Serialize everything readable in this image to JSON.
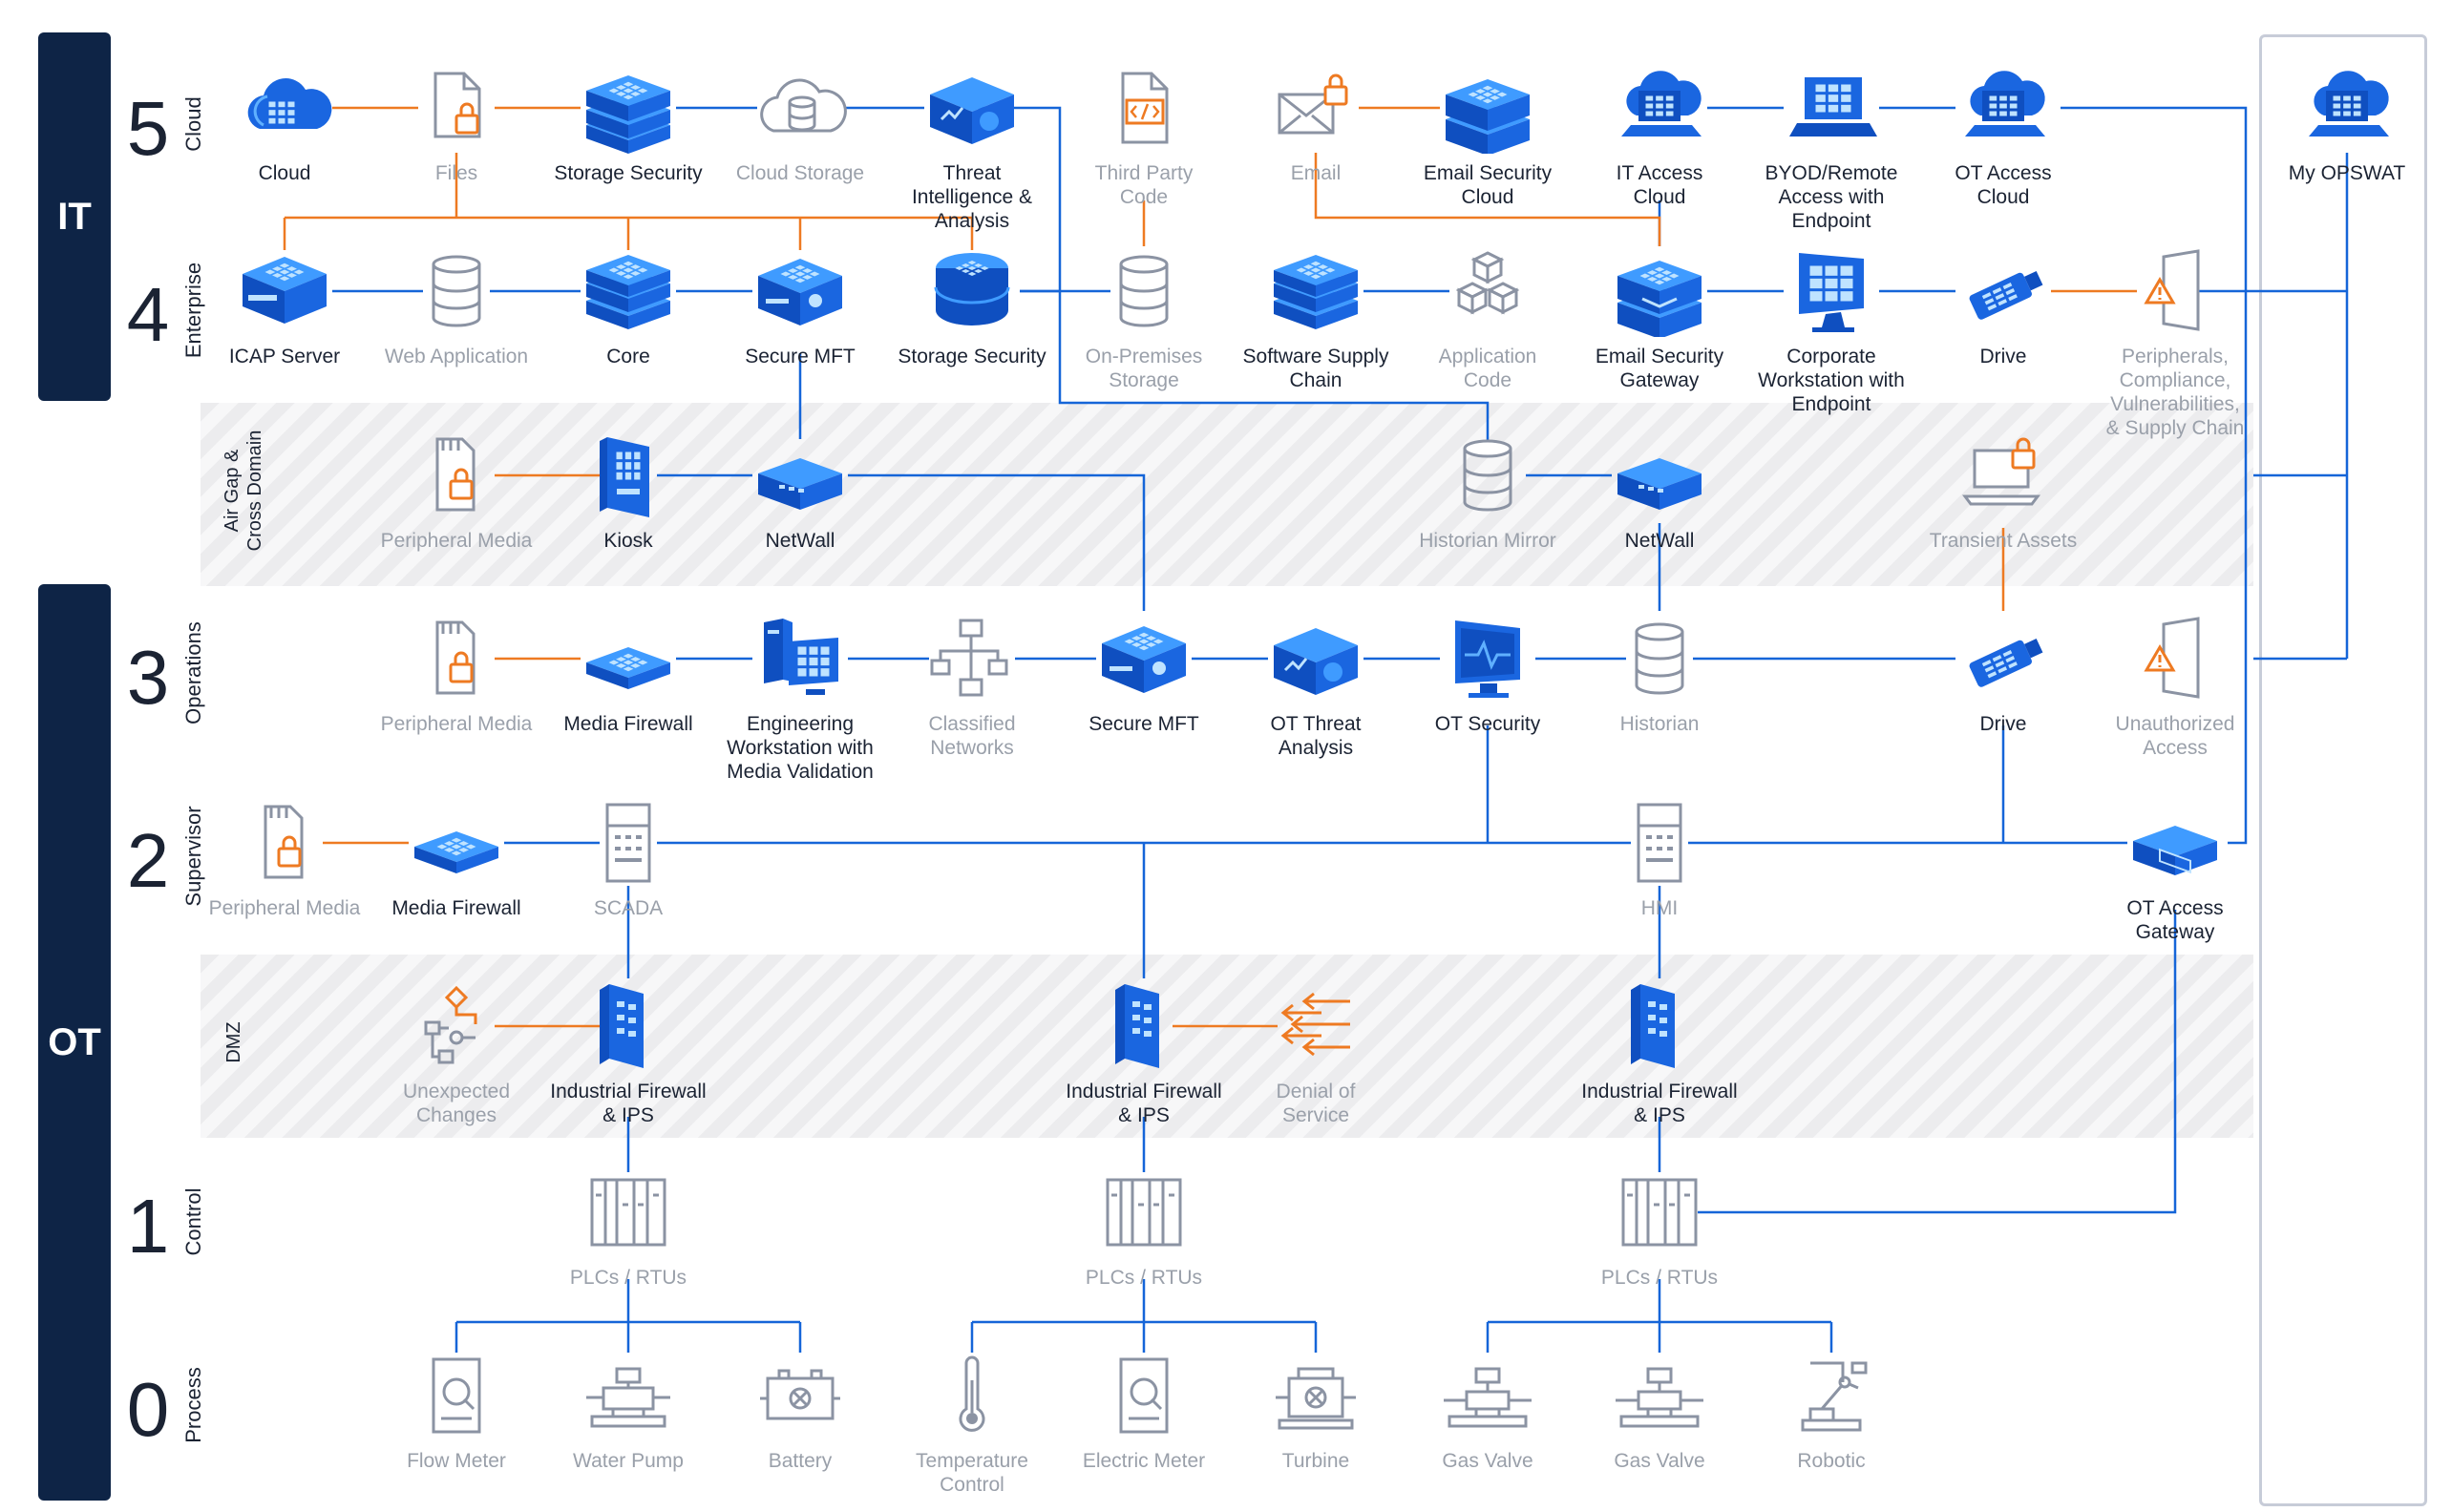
{
  "sections": {
    "it": "IT",
    "ot": "OT"
  },
  "levels": [
    {
      "num": "5",
      "name": "Cloud"
    },
    {
      "num": "4",
      "name": "Enterprise"
    },
    {
      "num": "3",
      "name": "Operations"
    },
    {
      "num": "2",
      "name": "Supervisor"
    },
    {
      "num": "1",
      "name": "Control"
    },
    {
      "num": "0",
      "name": "Process"
    }
  ],
  "zones": {
    "airgap": "Air Gap &\nCross Domain",
    "dmz": "DMZ"
  },
  "colors": {
    "brand_blue": "#1565d8",
    "threat_orange": "#ee7a22",
    "muted_gray": "#9aa0aa",
    "navy": "#0e2446"
  },
  "nodes": [
    {
      "id": "cloud",
      "label": "Cloud",
      "icon": "cloud-icon",
      "muted": false
    },
    {
      "id": "files",
      "label": "Files",
      "icon": "file-lock-icon",
      "muted": true
    },
    {
      "id": "storsec5",
      "label": "Storage Security",
      "icon": "storage-stack-icon",
      "muted": false
    },
    {
      "id": "cloudstor",
      "label": "Cloud Storage",
      "icon": "cloud-database-icon",
      "muted": true
    },
    {
      "id": "threatintel",
      "label": "Threat\nIntelligence &\nAnalysis",
      "icon": "threat-analysis-icon",
      "muted": false
    },
    {
      "id": "thirdparty",
      "label": "Third Party\nCode",
      "icon": "code-file-icon",
      "muted": true
    },
    {
      "id": "email",
      "label": "Email",
      "icon": "mail-lock-icon",
      "muted": true
    },
    {
      "id": "emailsecc",
      "label": "Email Security\nCloud",
      "icon": "mail-cloud-icon",
      "muted": false
    },
    {
      "id": "itaccess",
      "label": "IT Access\nCloud",
      "icon": "laptop-cloud-icon",
      "muted": false
    },
    {
      "id": "byod",
      "label": "BYOD/Remote\nAccess with\nEndpoint",
      "icon": "laptop-icon",
      "muted": false
    },
    {
      "id": "otaccess",
      "label": "OT Access\nCloud",
      "icon": "laptop-cloud-icon",
      "muted": false
    },
    {
      "id": "myopswat",
      "label": "My OPSWAT",
      "icon": "laptop-cloud-icon",
      "muted": false
    },
    {
      "id": "icap",
      "label": "ICAP Server",
      "icon": "server-box-icon",
      "muted": false
    },
    {
      "id": "webapp",
      "label": "Web Application",
      "icon": "database-icon",
      "muted": true
    },
    {
      "id": "core",
      "label": "Core",
      "icon": "core-stack-icon",
      "muted": false
    },
    {
      "id": "smft4",
      "label": "Secure MFT",
      "icon": "secure-mft-icon",
      "muted": false
    },
    {
      "id": "storsec4",
      "label": "Storage Security",
      "icon": "storage-disk-icon",
      "muted": false
    },
    {
      "id": "onprem",
      "label": "On-Premises\nStorage",
      "icon": "database-icon",
      "muted": true
    },
    {
      "id": "supply",
      "label": "Software Supply\nChain",
      "icon": "core-stack-icon",
      "muted": false
    },
    {
      "id": "appcode",
      "label": "Application\nCode",
      "icon": "cubes-icon",
      "muted": true
    },
    {
      "id": "emailgw",
      "label": "Email Security\nGateway",
      "icon": "mail-server-icon",
      "muted": false
    },
    {
      "id": "corpws",
      "label": "Corporate\nWorkstation with\nEndpoint",
      "icon": "monitor-icon",
      "muted": false
    },
    {
      "id": "drive4",
      "label": "Drive",
      "icon": "usb-drive-icon",
      "muted": false
    },
    {
      "id": "periph4",
      "label": "Peripherals,\nCompliance,\nVulnerabilities,\n& Supply Chain",
      "icon": "door-warning-icon",
      "muted": true
    },
    {
      "id": "pmedia_ag",
      "label": "Peripheral Media",
      "icon": "sd-card-lock-icon",
      "muted": true
    },
    {
      "id": "kiosk",
      "label": "Kiosk",
      "icon": "kiosk-icon",
      "muted": false
    },
    {
      "id": "netwall1",
      "label": "NetWall",
      "icon": "netwall-appliance-icon",
      "muted": false
    },
    {
      "id": "histmirror",
      "label": "Historian Mirror",
      "icon": "database-icon",
      "muted": true
    },
    {
      "id": "netwall2",
      "label": "NetWall",
      "icon": "netwall-appliance-icon",
      "muted": false
    },
    {
      "id": "transient",
      "label": "Transient Assets",
      "icon": "laptop-lock-icon",
      "muted": true
    },
    {
      "id": "pmedia3",
      "label": "Peripheral Media",
      "icon": "sd-card-lock-icon",
      "muted": true
    },
    {
      "id": "mediafw3",
      "label": "Media Firewall",
      "icon": "media-firewall-icon",
      "muted": false
    },
    {
      "id": "engws",
      "label": "Engineering\nWorkstation with\nMedia Validation",
      "icon": "workstation-tower-icon",
      "muted": false
    },
    {
      "id": "classified",
      "label": "Classified\nNetworks",
      "icon": "network-tree-icon",
      "muted": true
    },
    {
      "id": "smft3",
      "label": "Secure MFT",
      "icon": "secure-mft-icon",
      "muted": false
    },
    {
      "id": "otthreat",
      "label": "OT Threat\nAnalysis",
      "icon": "threat-analysis-icon",
      "muted": false
    },
    {
      "id": "otsec",
      "label": "OT Security",
      "icon": "monitor-pulse-icon",
      "muted": false
    },
    {
      "id": "historian",
      "label": "Historian",
      "icon": "database-icon",
      "muted": true
    },
    {
      "id": "drive3",
      "label": "Drive",
      "icon": "usb-drive-icon",
      "muted": false
    },
    {
      "id": "unauth",
      "label": "Unauthorized\nAccess",
      "icon": "door-warning-icon",
      "muted": true
    },
    {
      "id": "pmedia2",
      "label": "Peripheral Media",
      "icon": "sd-card-lock-icon",
      "muted": true
    },
    {
      "id": "mediafw2",
      "label": "Media Firewall",
      "icon": "media-firewall-icon",
      "muted": false
    },
    {
      "id": "scada",
      "label": "SCADA",
      "icon": "scada-panel-icon",
      "muted": true
    },
    {
      "id": "hmi",
      "label": "HMI",
      "icon": "scada-panel-icon",
      "muted": true
    },
    {
      "id": "otgw",
      "label": "OT Access\nGateway",
      "icon": "gateway-appliance-icon",
      "muted": false
    },
    {
      "id": "unexpected",
      "label": "Unexpected\nChanges",
      "icon": "flow-change-icon",
      "muted": true
    },
    {
      "id": "ifw1",
      "label": "Industrial Firewall\n& IPS",
      "icon": "industrial-firewall-icon",
      "muted": false
    },
    {
      "id": "ifw2",
      "label": "Industrial Firewall\n& IPS",
      "icon": "industrial-firewall-icon",
      "muted": false
    },
    {
      "id": "dos",
      "label": "Denial of\nService",
      "icon": "arrows-attack-icon",
      "muted": true
    },
    {
      "id": "ifw3",
      "label": "Industrial Firewall\n& IPS",
      "icon": "industrial-firewall-icon",
      "muted": false
    },
    {
      "id": "plc1",
      "label": "PLCs / RTUs",
      "icon": "plc-rack-icon",
      "muted": true
    },
    {
      "id": "plc2",
      "label": "PLCs / RTUs",
      "icon": "plc-rack-icon",
      "muted": true
    },
    {
      "id": "plc3",
      "label": "PLCs / RTUs",
      "icon": "plc-rack-icon",
      "muted": true
    },
    {
      "id": "flowmeter",
      "label": "Flow Meter",
      "icon": "meter-icon",
      "muted": true
    },
    {
      "id": "waterpump",
      "label": "Water Pump",
      "icon": "pump-icon",
      "muted": true
    },
    {
      "id": "battery",
      "label": "Battery",
      "icon": "battery-icon",
      "muted": true
    },
    {
      "id": "temp",
      "label": "Temperature\nControl",
      "icon": "thermometer-icon",
      "muted": true
    },
    {
      "id": "elecmeter",
      "label": "Electric Meter",
      "icon": "meter-icon",
      "muted": true
    },
    {
      "id": "turbine",
      "label": "Turbine",
      "icon": "turbine-icon",
      "muted": true
    },
    {
      "id": "gasvalve1",
      "label": "Gas Valve",
      "icon": "valve-icon",
      "muted": true
    },
    {
      "id": "gasvalve2",
      "label": "Gas Valve",
      "icon": "valve-icon",
      "muted": true
    },
    {
      "id": "robotic",
      "label": "Robotic",
      "icon": "robot-arm-icon",
      "muted": true
    }
  ]
}
